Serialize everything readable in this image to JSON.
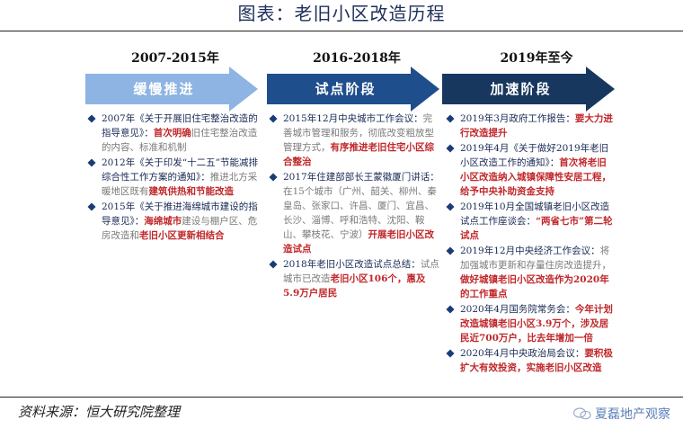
{
  "title": "图表：老旧小区改造历程",
  "source": "资料来源：恒大研究院整理",
  "watermark": "夏磊地产观察",
  "colors": {
    "arrow1": "#8db4e2",
    "arrow2": "#1f4e8c",
    "arrow3": "#17375e",
    "highlight": "#c0282b",
    "bullet": "#1b3b78"
  },
  "stages": [
    {
      "period": "2007-2015年",
      "label": "缓慢推进",
      "items": [
        {
          "head": "2007年《关于开展旧住宅整治改造的指导意见》：",
          "hl": "首次明确",
          "body": "旧住宅整治改造的内容、标准和机制",
          "tail": ""
        },
        {
          "head": "2012年《关于印发“十二五”节能减排综合性工作方案的通知》：",
          "hl": "",
          "body": "推进北方采暖地区既有",
          "tail": "建筑供热和节能改造"
        },
        {
          "head": "2015年《关于推进海绵城市建设的指导意见》：",
          "hl": "海绵城市",
          "body": "建设与棚户区、危房改造和",
          "tail": "老旧小区更新相结合"
        }
      ]
    },
    {
      "period": "2016-2018年",
      "label": "试点阶段",
      "items": [
        {
          "head": "2015年12月中央城市工作会议：",
          "hl": "",
          "body": "完善城市管理和服务，彻底改变粗放型管理方式，",
          "tail": "有序推进老旧住宅小区综合整治"
        },
        {
          "head": "2017年住建部部长王蒙徽厦门讲话：",
          "hl": "",
          "body": "在15个城市（广州、韶关、柳州、秦皇岛、张家口、许昌、厦门、宜昌、长沙、淄博、呼和浩特、沈阳、鞍山、攀枝花、宁波）",
          "tail": "开展老旧小区改造试点"
        },
        {
          "head": "2018年老旧小区改造试点总结：",
          "hl": "",
          "body": "试点城市已改造",
          "tail": "老旧小区106个，惠及5.9万户居民"
        }
      ]
    },
    {
      "period": "2019年至今",
      "label": "加速阶段",
      "items": [
        {
          "head": "2019年3月政府工作报告：",
          "hl": "",
          "body": "",
          "tail": "要大力进行改造提升"
        },
        {
          "head": "2019年4月《关于做好2019年老旧小区改造工作的通知》：",
          "hl": "",
          "body": "",
          "tail": "首次将老旧小区改造纳入城镇保障性安居工程，给予中央补助资金支持"
        },
        {
          "head": "2019年10月全国城镇老旧小区改造试点工作座谈会：",
          "hl": "",
          "body": "",
          "tail": "“两省七市”第二轮试点"
        },
        {
          "head": "2019年12月中央经济工作会议：",
          "hl": "",
          "body": "将加强城市更新和存量住房改造提升，",
          "tail": "做好城镇老旧小区改造作为2020年的工作重点"
        },
        {
          "head": "2020年4月国务院常务会：",
          "hl": "",
          "body": "",
          "tail": "今年计划改造城镇老旧小区3.9万个，涉及居民近700万户，比去年增加一倍"
        },
        {
          "head": "2020年4月中央政治局会议：",
          "hl": "",
          "body": "",
          "tail": "要积极扩大有效投资，实施老旧小区改造"
        }
      ]
    }
  ]
}
